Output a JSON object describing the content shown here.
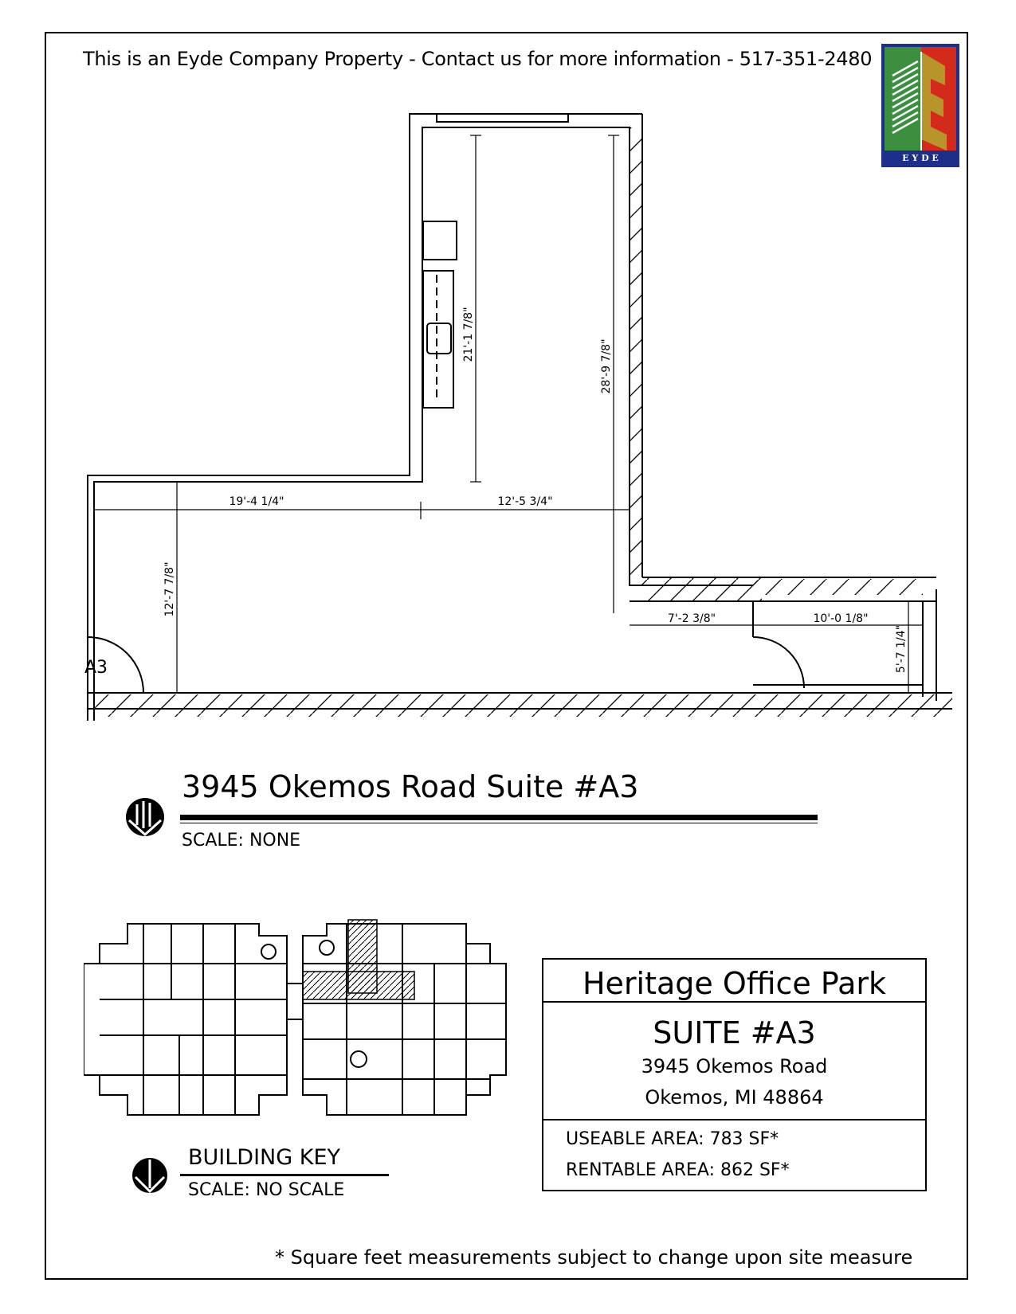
{
  "header": {
    "contact_line": "This is an Eyde Company Property - Contact us for more information - 517-351-2480"
  },
  "logo": {
    "brand_text": "E Y D E",
    "colors": {
      "green": "#3c8f3e",
      "red": "#d42a1c",
      "gold": "#b8942a",
      "navy": "#1e2f8a"
    }
  },
  "floor_plan": {
    "unit_label": "A3",
    "dimensions": {
      "d1": "21'-1 7/8\"",
      "d2": "28'-9 7/8\"",
      "d3": "19'-4 1/4\"",
      "d4": "12'-5 3/4\"",
      "d5": "12'-7 7/8\"",
      "d6": "7'-2 3/8\"",
      "d7": "10'-0 1/8\"",
      "d8": "5'-7 1/4\""
    }
  },
  "plan_title": {
    "title": "3945 Okemos Road Suite #A3",
    "scale": "SCALE: NONE"
  },
  "building_key": {
    "title": "BUILDING KEY",
    "scale": "SCALE: NO SCALE"
  },
  "info": {
    "park_name": "Heritage Office Park",
    "suite": "SUITE #A3",
    "address": "3945 Okemos Road",
    "city": "Okemos, MI 48864",
    "usable_area": "USEABLE AREA: 783 SF*",
    "rentable_area": "RENTABLE AREA: 862 SF*"
  },
  "footnote": "* Square feet measurements subject to change upon site measure"
}
